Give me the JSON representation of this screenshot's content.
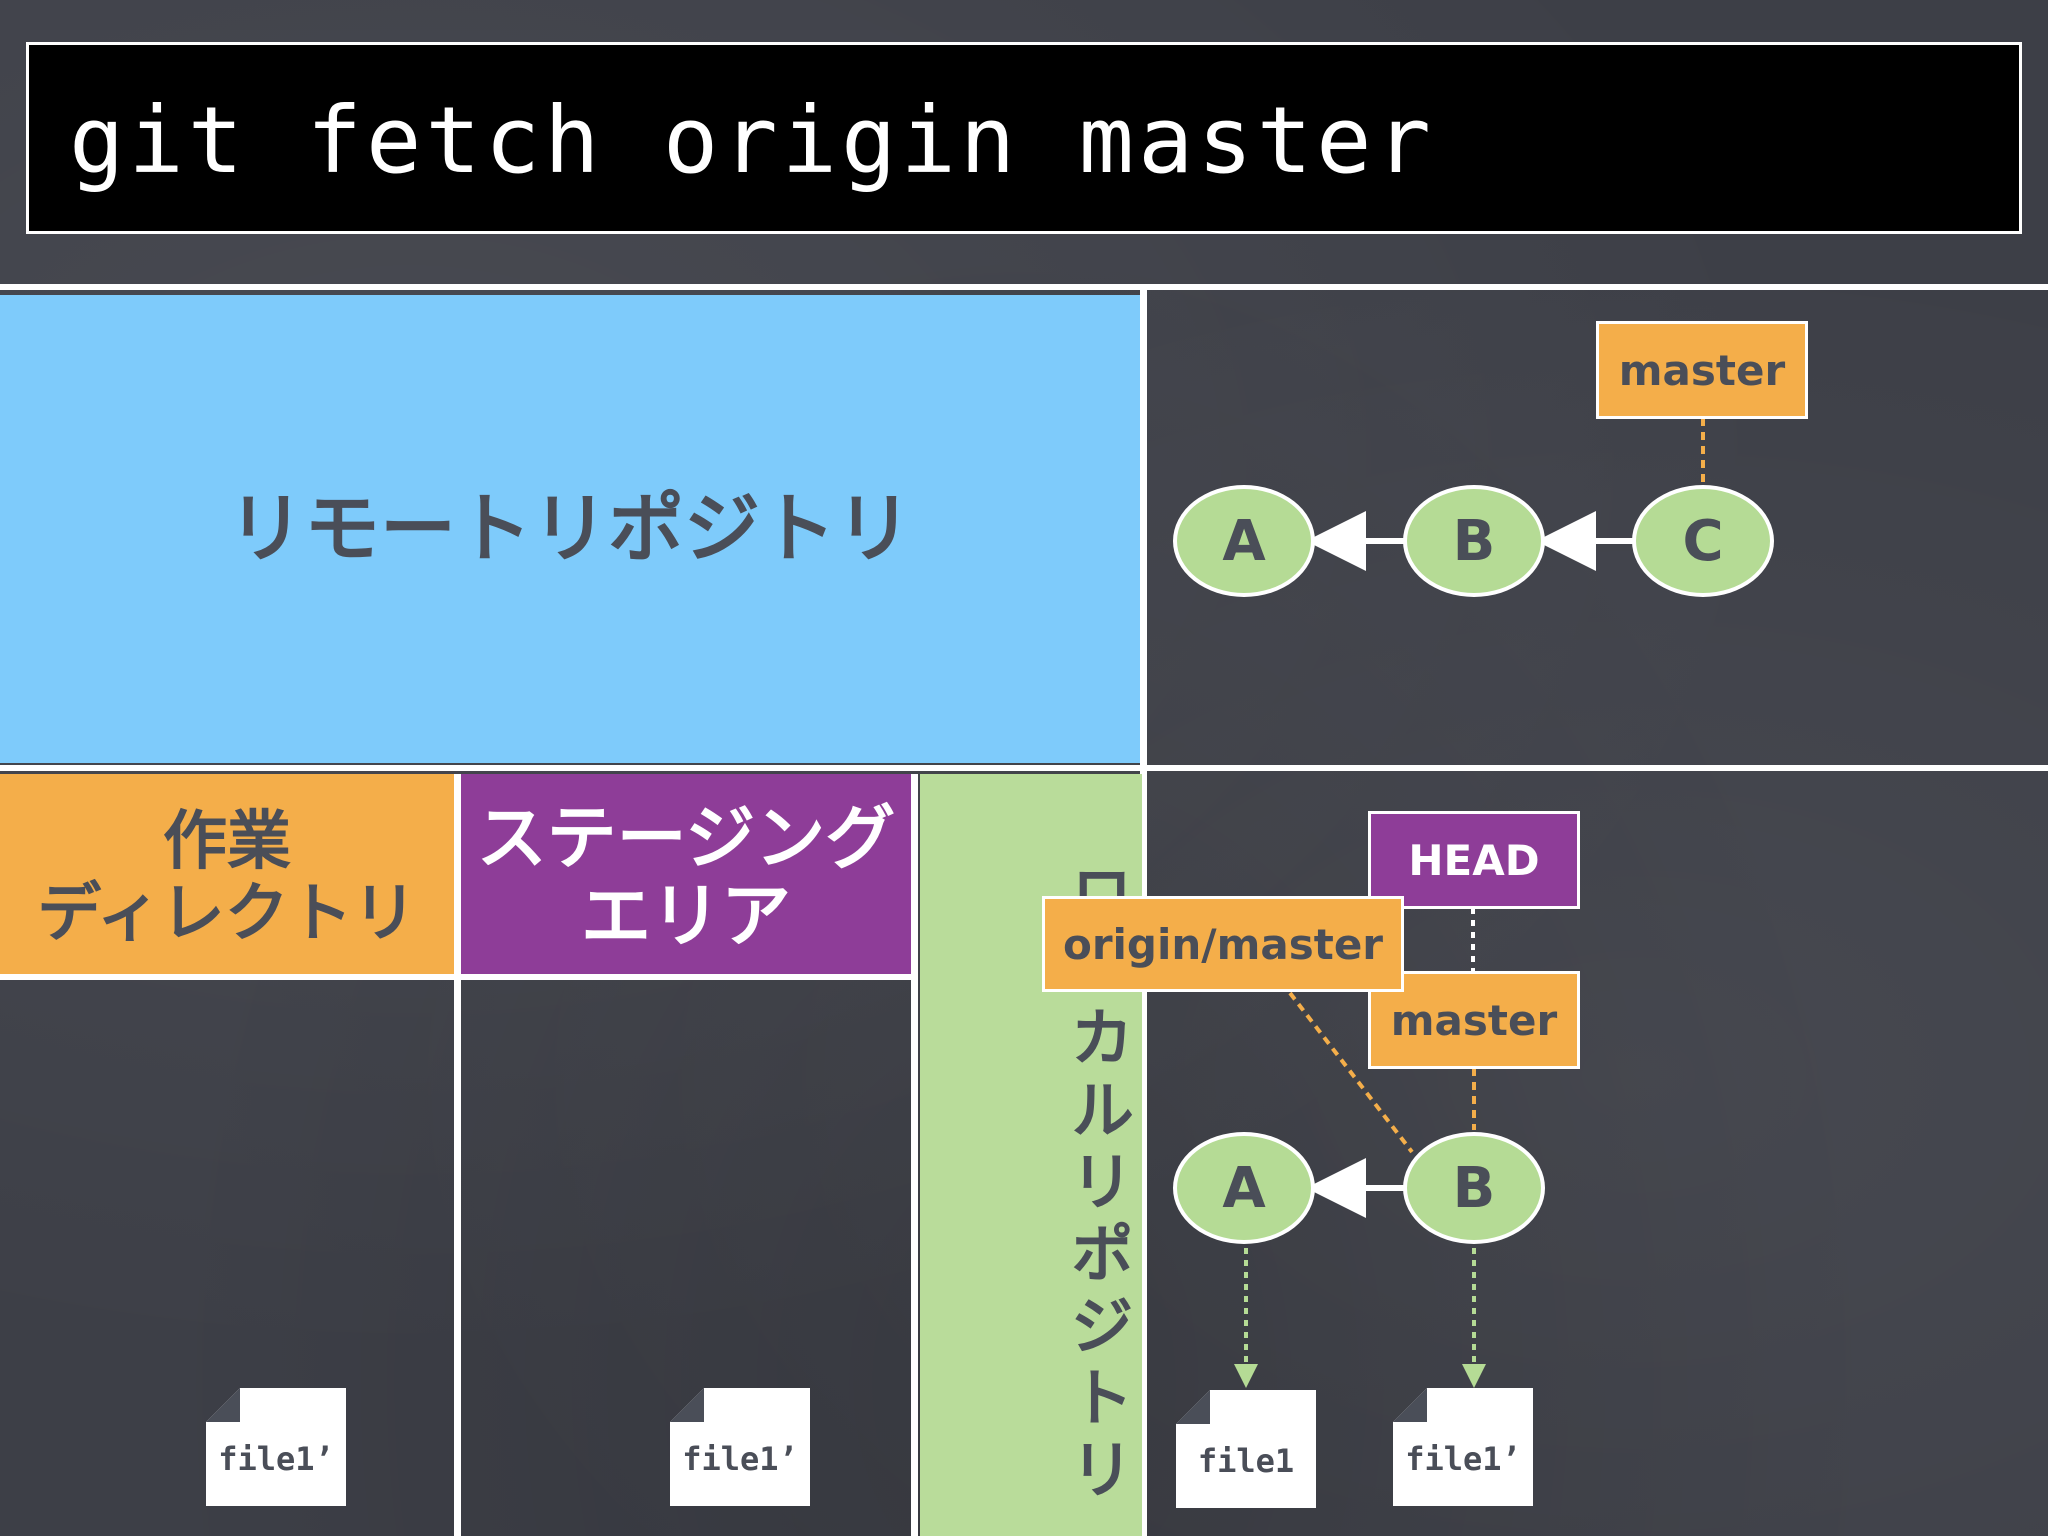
{
  "command": "git fetch origin master",
  "remote": {
    "label": "リモートリポジトリ",
    "commits": [
      "A",
      "B",
      "C"
    ],
    "branch": "master"
  },
  "working_directory": {
    "label_line1": "作業",
    "label_line2": "ディレクトリ",
    "file": "file1’"
  },
  "staging_area": {
    "label_line1": "ステージング",
    "label_line2": "エリア",
    "file": "file1’"
  },
  "local": {
    "label": "ローカルリポジトリ",
    "commits": [
      "A",
      "B"
    ],
    "head": "HEAD",
    "origin_master": "origin/master",
    "master": "master",
    "files": [
      "file1",
      "file1’"
    ]
  },
  "colors": {
    "remote_panel": "#7ecbfb",
    "working_header": "#f4ae4a",
    "staging_header": "#8e3d98",
    "local_column": "#b9dc9a",
    "commit_node": "#b5db95",
    "branch_tag": "#f4ae4a",
    "head_tag": "#8e3d98"
  }
}
